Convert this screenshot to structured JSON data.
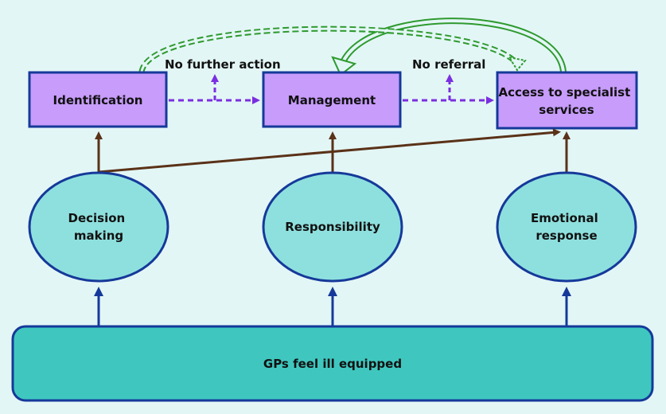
{
  "colors": {
    "background": "#e3f6f6",
    "process_fill": "#c79cfb",
    "process_stroke": "#15399a",
    "factor_fill": "#8ee0de",
    "factor_stroke": "#15399a",
    "base_fill": "#3fc7bf",
    "base_stroke": "#15399a",
    "influence_arrow": "#5a3218",
    "base_arrow": "#15399a",
    "flow_arrow": "#7a2fe0",
    "feedback_arrow": "#2e9a2e"
  },
  "nodes": {
    "identification": "Identification",
    "management": "Management",
    "access": [
      "Access to specialist",
      "services"
    ],
    "decision_making": [
      "Decision",
      "making"
    ],
    "responsibility": "Responsibility",
    "emotional_response": [
      "Emotional",
      "response"
    ],
    "base": "GPs feel ill equipped"
  },
  "edges": {
    "no_further_action": "No further action",
    "no_referral": "No referral"
  }
}
